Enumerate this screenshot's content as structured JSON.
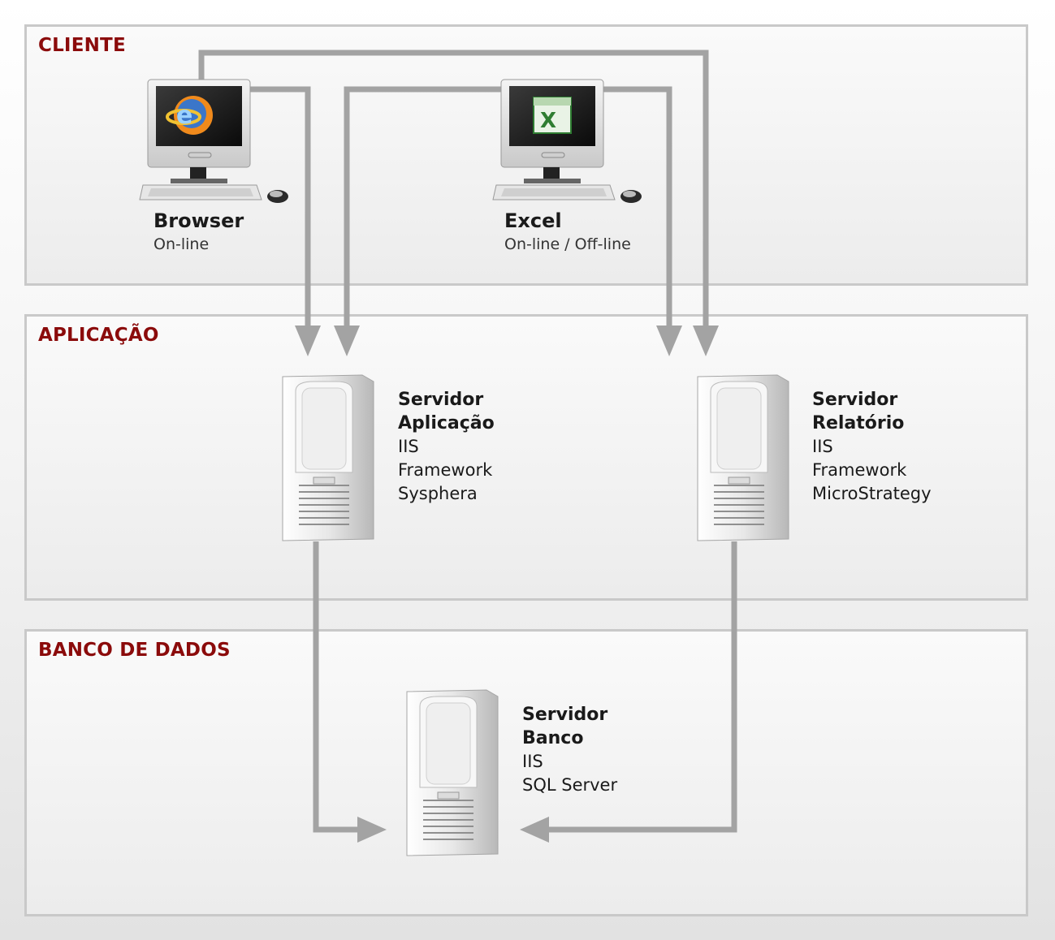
{
  "tiers": {
    "cliente": "CLIENTE",
    "aplicacao": "APLICAÇÃO",
    "banco": "BANCO DE DADOS"
  },
  "clients": {
    "browser": {
      "title": "Browser",
      "subtitle": "On-line",
      "icon": "browser-logos-icon"
    },
    "excel": {
      "title": "Excel",
      "subtitle": "On-line / Off-line",
      "icon": "excel-icon"
    }
  },
  "servers": {
    "aplicacao": {
      "line1": "Servidor",
      "line2": "Aplicação",
      "items": [
        "IIS",
        "Framework",
        "Sysphera"
      ]
    },
    "relatorio": {
      "line1": "Servidor",
      "line2": "Relatório",
      "items": [
        "IIS",
        "Framework",
        "MicroStrategy"
      ]
    },
    "banco": {
      "line1": "Servidor",
      "line2": "Banco",
      "items": [
        "IIS",
        "SQL Server"
      ]
    }
  },
  "colors": {
    "tier_title": "#8b0b0b",
    "arrow": "#a3a3a3",
    "border": "#c9c9c9"
  }
}
